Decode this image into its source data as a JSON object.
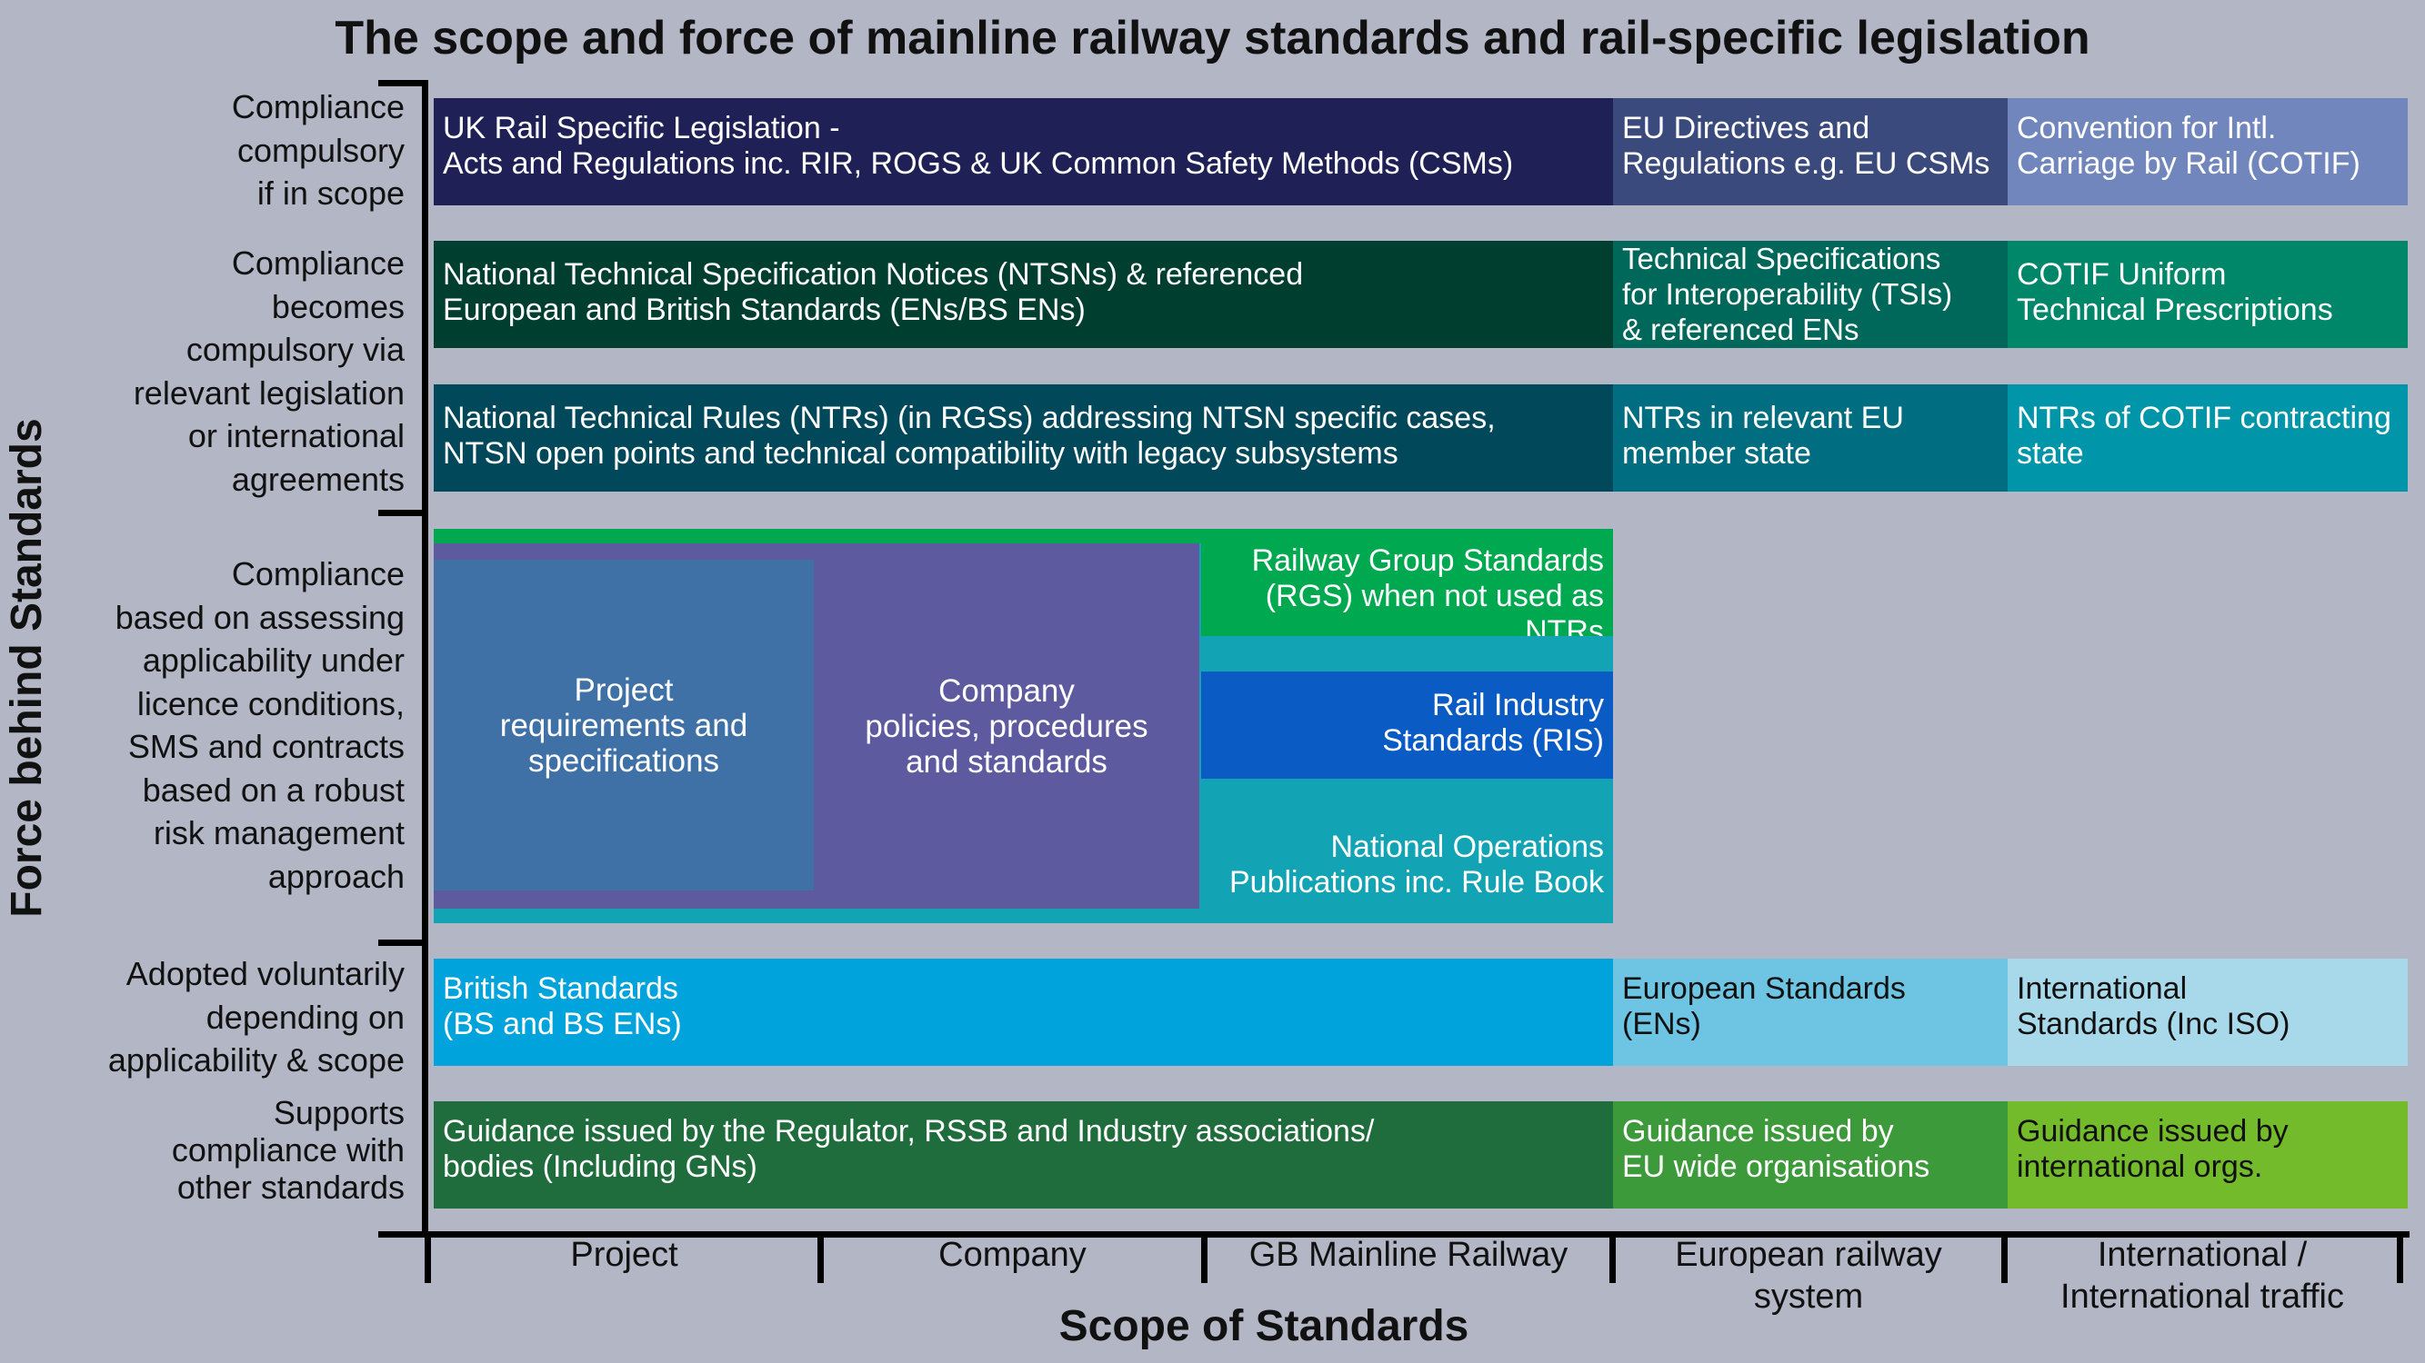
{
  "title": "The scope and force of mainline railway standards and rail-specific legislation",
  "y_axis_label": "Force behind Standards",
  "x_axis_label": "Scope of Standards",
  "force_levels": [
    "Compliance\ncompulsory\nif in scope",
    "Compliance\nbecomes\ncompulsory via\nrelevant legislation\nor international\nagreements",
    "Compliance\nbased on assessing\napplicability under\nlicence conditions,\nSMS and contracts\nbased on a robust\nrisk management\napproach",
    "Adopted voluntarily\ndepending on\napplicability & scope",
    "Supports\ncompliance  with\nother standards"
  ],
  "scopes": [
    "Project",
    "Company",
    "GB Mainline Railway",
    "European railway\nsystem",
    "International /\nInternational traffic"
  ],
  "boxes": {
    "uk_legislation": "UK Rail Specific  Legislation -\nActs and Regulations inc. RIR, ROGS & UK Common Safety Methods (CSMs)",
    "eu_directives": "EU Directives and\nRegulations e.g. EU CSMs",
    "cotif_convention": "Convention for Intl.\nCarriage by Rail (COTIF)",
    "ntsn": "National Technical Specification Notices (NTSNs) & referenced\nEuropean and British Standards (ENs/BS ENs)",
    "tsi": "Technical Specifications\nfor Interoperability (TSIs)\n& referenced ENs",
    "cotif_utp": "COTIF Uniform\nTechnical Prescriptions",
    "ntr": "National Technical Rules (NTRs) (in RGSs) addressing NTSN specific cases,\nNTSN open points and technical compatibility with legacy subsystems",
    "ntr_eu": "NTRs in relevant EU\nmember state",
    "ntr_cotif": "NTRs of COTIF contracting\nstate",
    "project_req": "Project\nrequirements and\nspecifications",
    "company_pol": "Company\npolicies, procedures\nand standards",
    "rgs": "Railway Group Standards\n(RGS) when not used as NTRs",
    "ris": "Rail Industry\nStandards (RIS)",
    "nop": "National Operations\nPublications inc. Rule Book",
    "bs": "British Standards\n(BS and BS ENs)",
    "en": "European Standards\n(ENs)",
    "iso": "International\nStandards (Inc ISO)",
    "guidance_uk": "Guidance issued by the Regulator, RSSB  and Industry associations/\nbodies (Including GNs)",
    "guidance_eu": "Guidance issued by\nEU wide organisations",
    "guidance_intl": "Guidance issued by\ninternational orgs."
  },
  "colors": {
    "background": "#b3b6c5",
    "navy": "#1f2156",
    "eu_navy": "#3b4a7c",
    "periwinkle": "#7086bd",
    "dark_green": "#003f30",
    "teal_green": "#00685a",
    "green_teal": "#00876a",
    "dark_teal": "#00485a",
    "teal_mid": "#006d80",
    "teal_light": "#0095a8",
    "bright_green": "#00a84f",
    "purple": "#5d5aa0",
    "steel_blue": "#3f71a6",
    "royal_blue": "#0a5cc4",
    "cyan_teal": "#12a3b4",
    "sky_blue": "#00a3dc",
    "light_sky": "#6dc4e3",
    "pale_sky": "#a8d9ea",
    "forest_green": "#1f6c3c",
    "medium_green": "#3d9a3a",
    "lime_green": "#74bb2b"
  }
}
